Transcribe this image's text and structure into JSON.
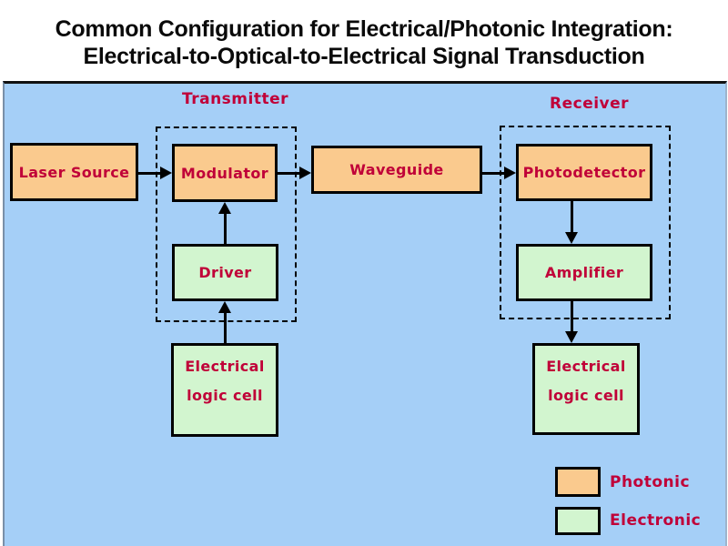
{
  "title": {
    "line1": "Common Configuration for Electrical/Photonic Integration:",
    "line2": "Electrical-to-Optical-to-Electrical Signal Transduction"
  },
  "diagram": {
    "transmitter_label": "Transmitter",
    "receiver_label": "Receiver",
    "boxes": {
      "laser_source": "Laser Source",
      "modulator": "Modulator",
      "waveguide": "Waveguide",
      "photodetector": "Photodetector",
      "driver": "Driver",
      "amplifier": "Amplifier",
      "logic_cell_line1": "Electrical",
      "logic_cell_line2": "logic cell"
    },
    "legend": {
      "photonic": "Photonic",
      "electronic": "Electronic"
    }
  },
  "colors": {
    "photonic_fill": "#FACA8E",
    "electronic_fill": "#D2F5CF",
    "panel_background": "#A5CFF7",
    "label_text": "#C00038",
    "title_text": "#0A0A0A",
    "line_color": "#000000"
  }
}
